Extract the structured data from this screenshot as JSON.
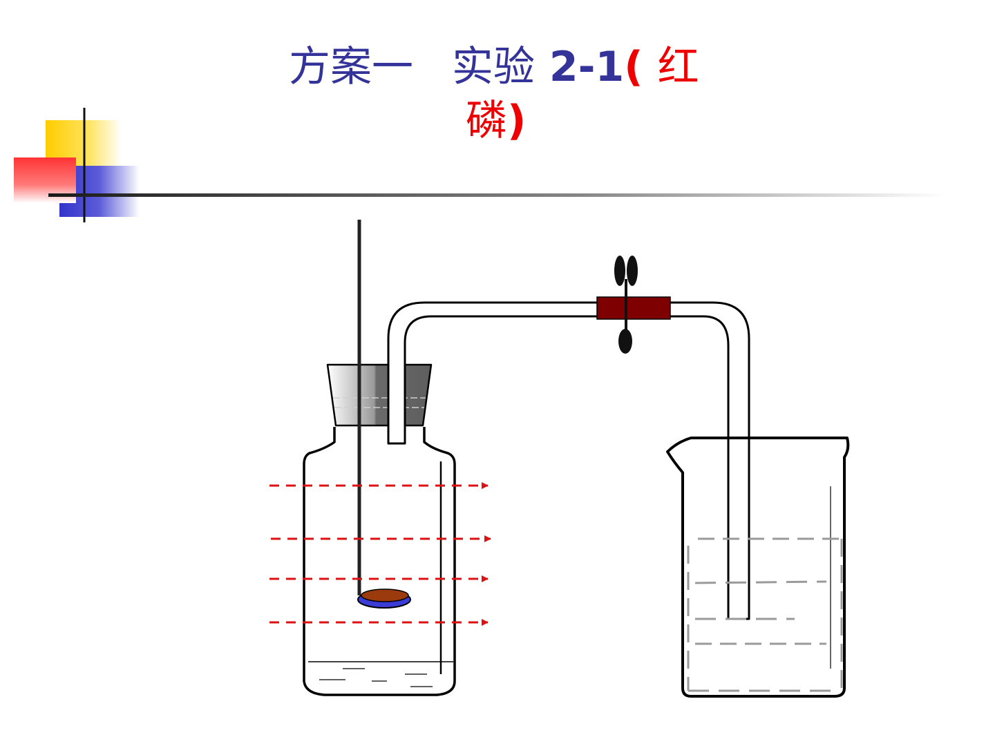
{
  "slide": {
    "title": {
      "part1": "方案一",
      "part2": "实验",
      "part3": "2-1",
      "part4": "(",
      "part5": "红",
      "part6": "磷",
      "part7": ")"
    }
  },
  "colors": {
    "title_blue": "#333399",
    "title_red": "#ee0000",
    "deco_yellow": "#ffcc00",
    "deco_red": "#ff3333",
    "deco_blue": "#3333cc",
    "clip_red": "#7f0000",
    "arrow_red": "#dd1111",
    "phosphorus": "#9b3a0c",
    "spoon_blue": "#3b3bd6"
  },
  "icons": [
    "decorative-squares-icon",
    "gas-bottle-icon",
    "beaker-icon",
    "tube-clamp-icon",
    "combustion-spoon-icon"
  ]
}
